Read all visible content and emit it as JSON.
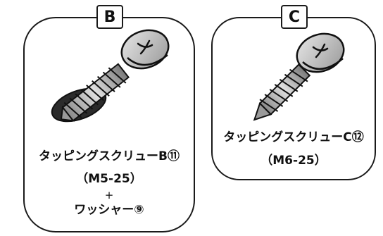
{
  "panels": {
    "b": {
      "tag": "B",
      "name": "タッピングスクリューB⑪",
      "size": "（M5-25）",
      "plus": "+",
      "washer": "ワッシャー⑨"
    },
    "c": {
      "tag": "C",
      "name": "タッピングスクリューC⑫",
      "size": "（M6-25）"
    }
  },
  "colors": {
    "outline": "#1a1a1a",
    "screw_head": "#c8c8c8",
    "washer": "#2b2b2b"
  }
}
